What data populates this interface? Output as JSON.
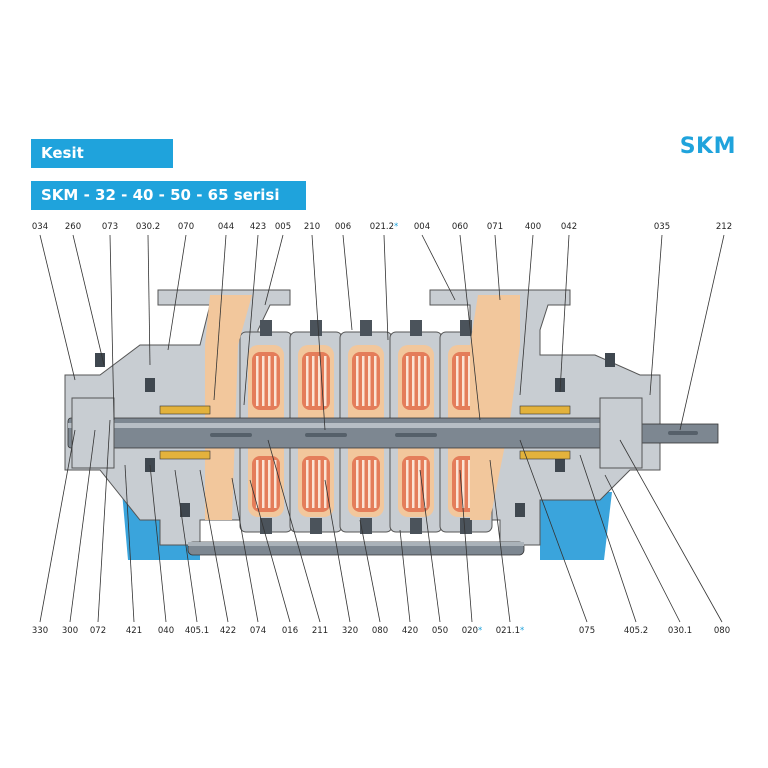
{
  "section_title": "Kesit Resimleri",
  "series_title": "SKM - 32 - 40 - 50 - 65 serisi için",
  "brand": "SKM",
  "colors": {
    "accent": "#1fa3dc",
    "casing": "#c8cdd2",
    "impeller": "#f2c79c",
    "vane": "#e06a4a",
    "foot": "#3aa4dc",
    "shaft": "#7d8791"
  },
  "top_labels": [
    {
      "code": "034",
      "star": false
    },
    {
      "code": "260",
      "star": false
    },
    {
      "code": "073",
      "star": false
    },
    {
      "code": "030.2",
      "star": false
    },
    {
      "code": "070",
      "star": false
    },
    {
      "code": "044",
      "star": false
    },
    {
      "code": "423",
      "star": false
    },
    {
      "code": "005",
      "star": false
    },
    {
      "code": "210",
      "star": false
    },
    {
      "code": "006",
      "star": false
    },
    {
      "code": "021.2",
      "star": true
    },
    {
      "code": "004",
      "star": false
    },
    {
      "code": "060",
      "star": false
    },
    {
      "code": "071",
      "star": false
    },
    {
      "code": "400",
      "star": false
    },
    {
      "code": "042",
      "star": false
    },
    {
      "code": "035",
      "star": false
    },
    {
      "code": "212",
      "star": false
    }
  ],
  "bottom_labels": [
    {
      "code": "330",
      "star": false
    },
    {
      "code": "300",
      "star": false
    },
    {
      "code": "072",
      "star": false
    },
    {
      "code": "421",
      "star": false
    },
    {
      "code": "040",
      "star": false
    },
    {
      "code": "405.1",
      "star": false
    },
    {
      "code": "422",
      "star": false
    },
    {
      "code": "074",
      "star": false
    },
    {
      "code": "016",
      "star": false
    },
    {
      "code": "211",
      "star": false
    },
    {
      "code": "320",
      "star": false
    },
    {
      "code": "080",
      "star": false
    },
    {
      "code": "420",
      "star": false
    },
    {
      "code": "050",
      "star": false
    },
    {
      "code": "020",
      "star": true
    },
    {
      "code": "021.1",
      "star": true
    },
    {
      "code": "075",
      "star": false
    },
    {
      "code": "405.2",
      "star": false
    },
    {
      "code": "030.1",
      "star": false
    },
    {
      "code": "080",
      "star": false
    }
  ]
}
